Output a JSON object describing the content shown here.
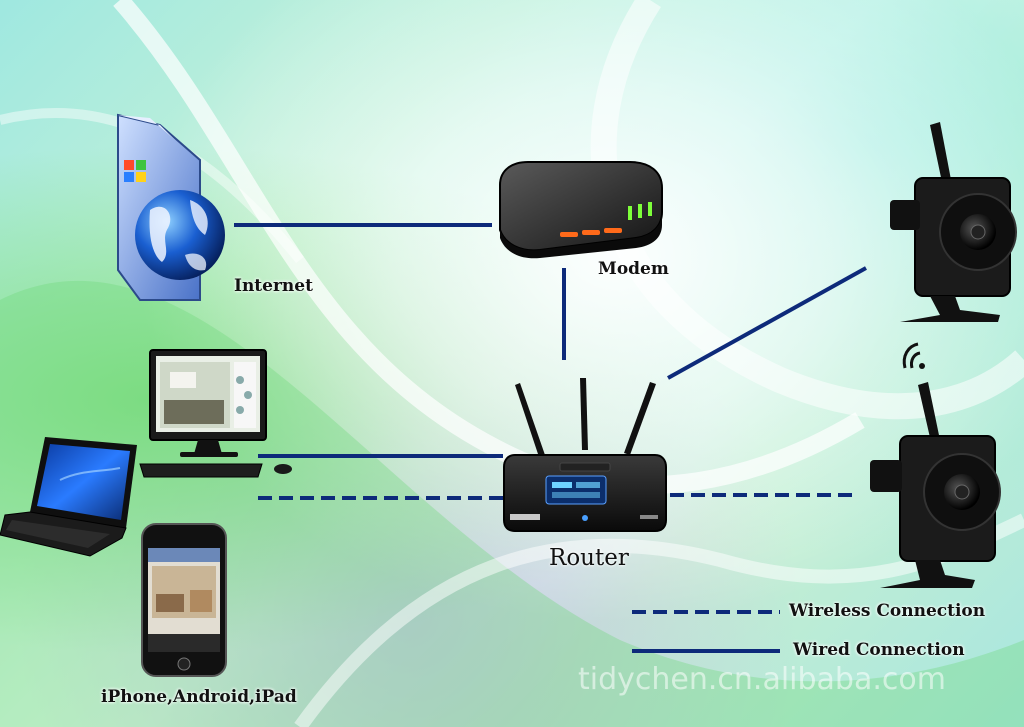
{
  "labels": {
    "internet": "Internet",
    "modem": "Modem",
    "router": "Router",
    "devices": "iPhone,Android,iPad"
  },
  "legend": {
    "wireless": "Wireless Connection",
    "wired": "Wired Connection"
  },
  "watermark": "tidychen.cn.alibaba.com",
  "colors": {
    "line": "#0d2a7a",
    "device_dark": "#1a1a1a",
    "modem_led_orange": "#ff6a1a",
    "modem_led_green": "#7dff3a",
    "globe_blue": "#1a5fd1"
  },
  "icons": [
    "internet-globe-icon",
    "modem-icon",
    "router-icon",
    "ip-camera-icon",
    "desktop-monitor-icon",
    "laptop-icon",
    "smartphone-icon",
    "wifi-signal-icon"
  ]
}
